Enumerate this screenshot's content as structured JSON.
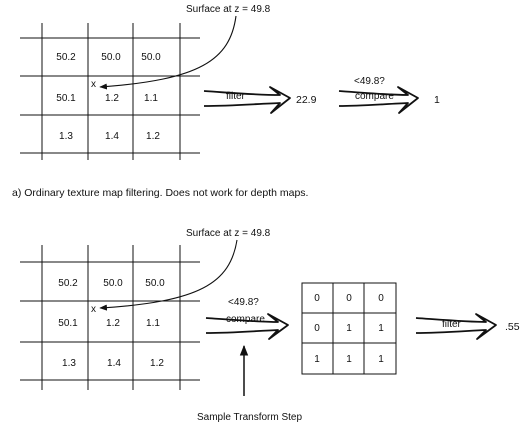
{
  "panel_a": {
    "surface_label": "Surface at  z = 49.8",
    "grid": [
      [
        "50.2",
        "50.0",
        "50.0"
      ],
      [
        "50.1",
        "1.2",
        "1.1"
      ],
      [
        "1.3",
        "1.4",
        "1.2"
      ]
    ],
    "sample_marker": "x",
    "filter_label": "filter",
    "filter_result": "22.9",
    "compare_condition": "<49.8?",
    "compare_label": "compare",
    "compare_result": "1",
    "caption": "a)  Ordinary texture map filtering. Does not work for depth maps."
  },
  "panel_b": {
    "surface_label": "Surface at  z = 49.8",
    "grid": [
      [
        "50.2",
        "50.0",
        "50.0"
      ],
      [
        "50.1",
        "1.2",
        "1.1"
      ],
      [
        "1.3",
        "1.4",
        "1.2"
      ]
    ],
    "sample_marker": "x",
    "compare_condition": "<49.8?",
    "compare_label": "compare",
    "binary_grid": [
      [
        "0",
        "0",
        "0"
      ],
      [
        "0",
        "1",
        "1"
      ],
      [
        "1",
        "1",
        "1"
      ]
    ],
    "filter_label": "filter",
    "filter_result": ".55",
    "step_label": "Sample Transform Step"
  }
}
